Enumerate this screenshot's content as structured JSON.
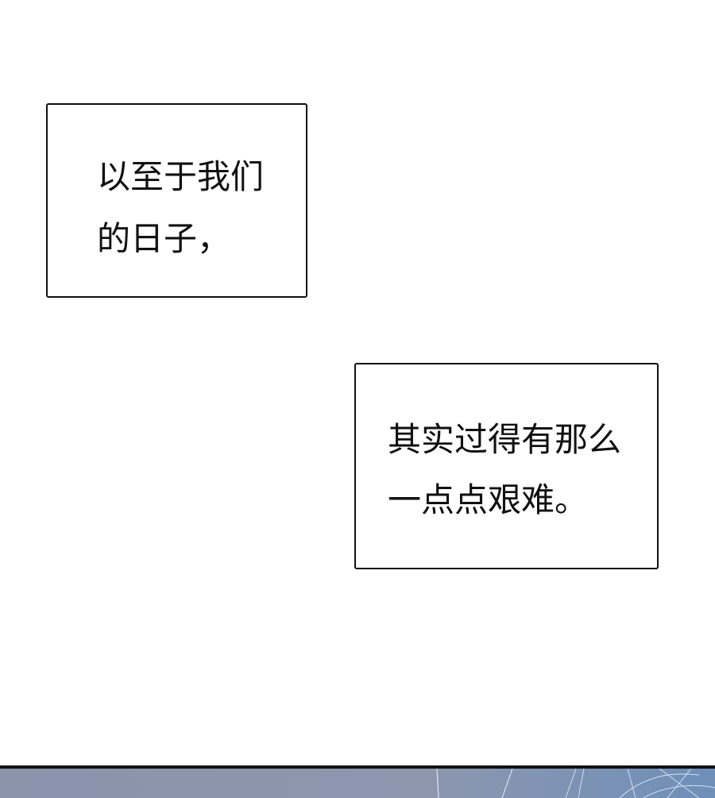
{
  "captions": [
    {
      "lines": [
        "以至于我们",
        "的日子，"
      ]
    },
    {
      "lines": [
        "其实过得有那么",
        "一点点艰难。"
      ]
    }
  ],
  "colors": {
    "background": "#ffffff",
    "border": "#111111",
    "text": "#111111",
    "bottom_panel": "#8a94ab"
  }
}
